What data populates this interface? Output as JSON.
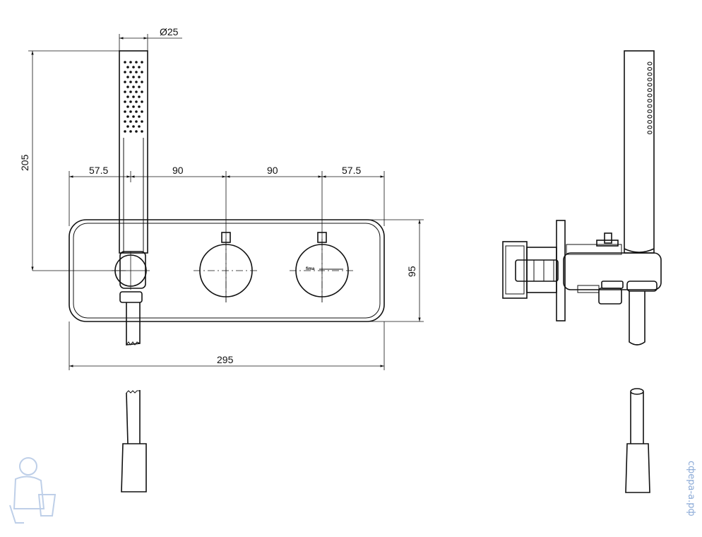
{
  "dimensions": {
    "hose_diameter": "Ø25",
    "height_handshower": "205",
    "spacing_left": "57.5",
    "spacing_mid_left": "90",
    "spacing_mid_right": "90",
    "spacing_right": "57.5",
    "plate_height": "95",
    "plate_width": "295"
  },
  "knob_brand": "fima",
  "watermark_text": "сфера-а.рф",
  "colors": {
    "line": "#111111",
    "watermark": "#8aa9d6"
  }
}
